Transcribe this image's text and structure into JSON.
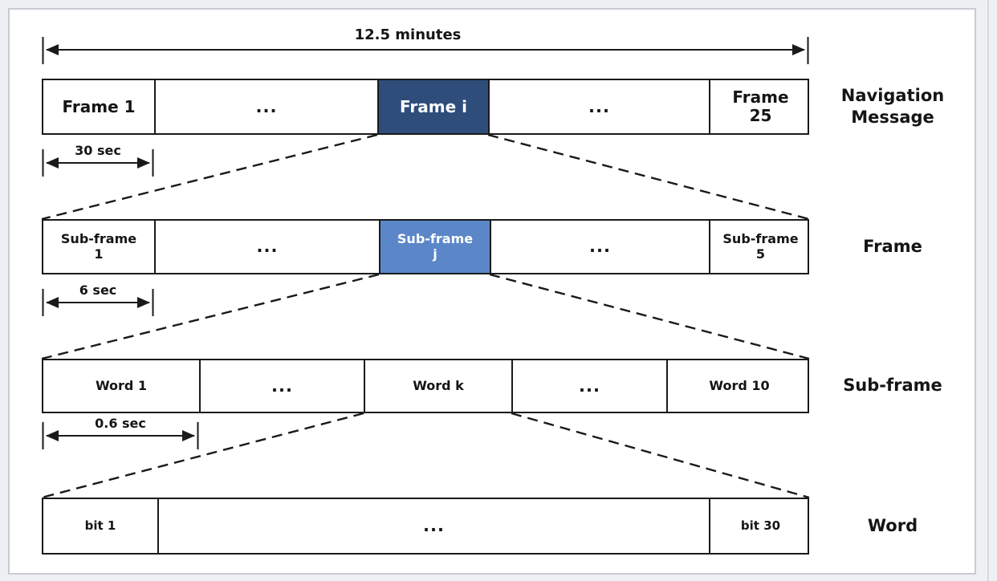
{
  "durations": {
    "total": "12.5 minutes",
    "frame": "30 sec",
    "subframe": "6 sec",
    "word": "0.6 sec"
  },
  "rows": {
    "navigation_message": {
      "label": "Navigation\nMessage",
      "cells": [
        "Frame 1",
        "...",
        "Frame i",
        "...",
        "Frame\n25"
      ]
    },
    "frame": {
      "label": "Frame",
      "cells": [
        "Sub-frame\n1",
        "...",
        "Sub-frame\nj",
        "...",
        "Sub-frame\n5"
      ]
    },
    "subframe": {
      "label": "Sub-frame",
      "cells": [
        "Word 1",
        "...",
        "Word k",
        "...",
        "Word 10"
      ]
    },
    "word": {
      "label": "Word",
      "cells": [
        "bit 1",
        "...",
        "bit 30"
      ]
    }
  },
  "colors": {
    "highlight_dark": "#2E4D7B",
    "highlight_light": "#5B87C9"
  }
}
